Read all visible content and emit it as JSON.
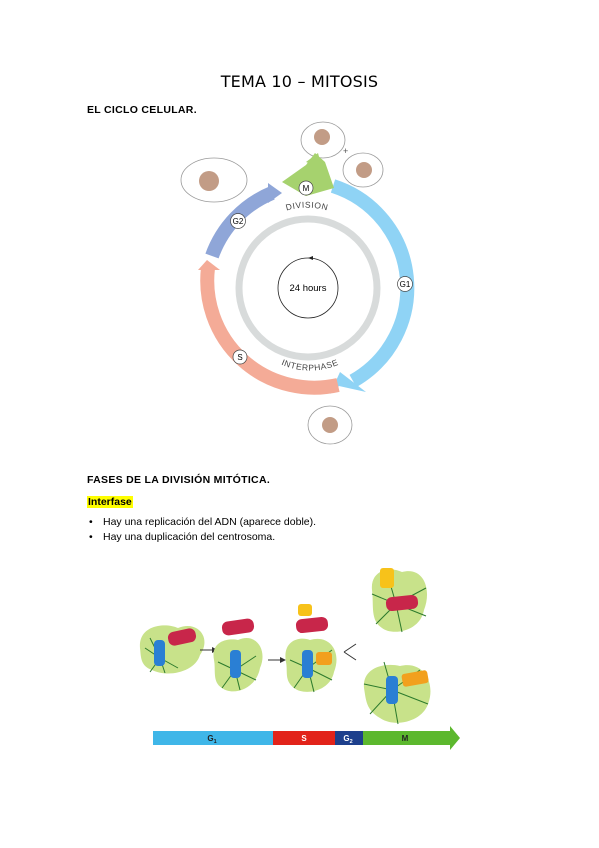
{
  "document": {
    "title": "TEMA 10 – MITOSIS",
    "section1_heading": "EL CICLO CELULAR.",
    "section2_heading": "FASES DE LA DIVISIÓN MITÓTICA.",
    "subheading": "Interfase",
    "bullets": [
      "Hay una replicación del ADN (aparece doble).",
      "Hay una duplicación del centrosoma."
    ]
  },
  "cell_cycle_diagram": {
    "center_label": "24 hours",
    "outer_labels": {
      "division": "DIVISION",
      "interphase": "INTERPHASE"
    },
    "phase_labels": {
      "m": "M",
      "g1": "G1",
      "s": "S",
      "g2": "G2"
    },
    "plus_sign": "+",
    "colors": {
      "m": "#a6d26e",
      "g1": "#8fd3f5",
      "s": "#f4ab97",
      "g2": "#8fa6d8",
      "ring": "#d8dbdb"
    }
  },
  "centrosome_diagram": {
    "phase_bar": [
      {
        "label": "G",
        "sub": "1",
        "color": "#3fb6e8"
      },
      {
        "label": "S",
        "sub": "",
        "color": "#e2231a"
      },
      {
        "label": "G",
        "sub": "2",
        "color": "#1d3f8c"
      },
      {
        "label": "M",
        "sub": "",
        "color": "#5cb82e"
      }
    ]
  }
}
